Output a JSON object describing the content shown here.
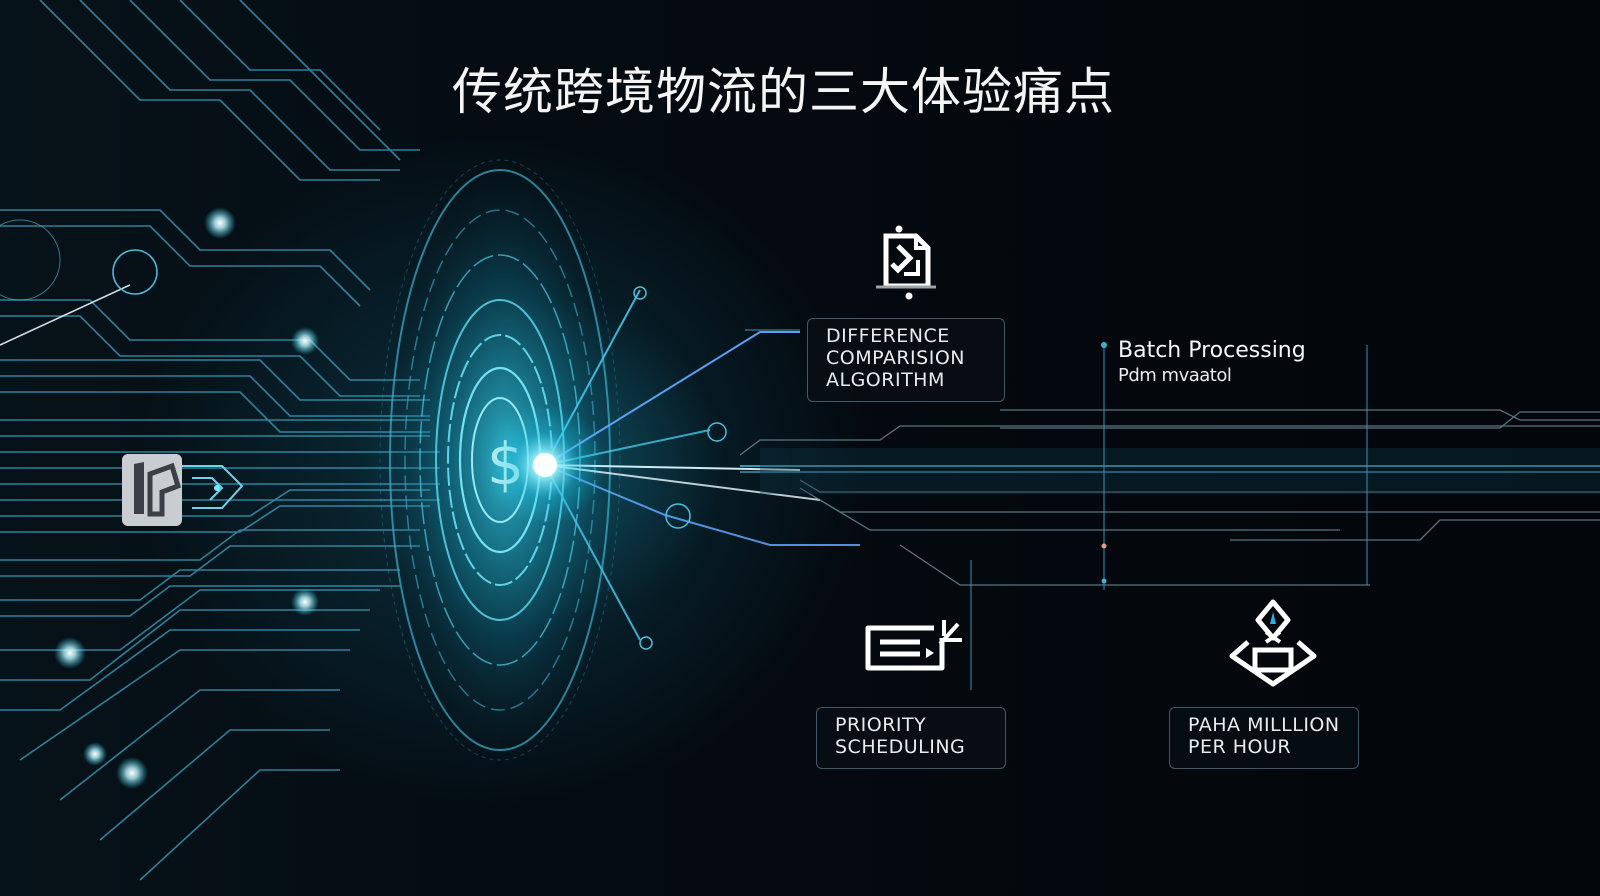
{
  "slide": {
    "title": "传统跨境物流的三大体验痛点",
    "colors": {
      "background": "#03070b",
      "accent_cyan": "#2ad4f0",
      "trace_blue": "#3aa7c9",
      "text": "#f2f4f6",
      "box_border": "#7896aa"
    }
  },
  "features": [
    {
      "id": "difference",
      "icon": "document-compare-icon",
      "label_lines": [
        "DIFFERENCE",
        "COMPARISION",
        "ALGORITHM"
      ]
    },
    {
      "id": "batch",
      "icon": "node-dot-icon",
      "title": "Batch Processing",
      "subtitle": "Pdm mvaatol"
    },
    {
      "id": "priority",
      "icon": "priority-card-icon",
      "label_lines": [
        "PRIORITY",
        "SCHEDULING"
      ]
    },
    {
      "id": "throughput",
      "icon": "package-diamond-icon",
      "label_lines": [
        "PAHA MILLLION",
        "PER HOUR"
      ]
    }
  ],
  "graphics": {
    "left_logo": "chip-logo-icon",
    "central_disc": "dollar-circuit-disc-icon"
  }
}
